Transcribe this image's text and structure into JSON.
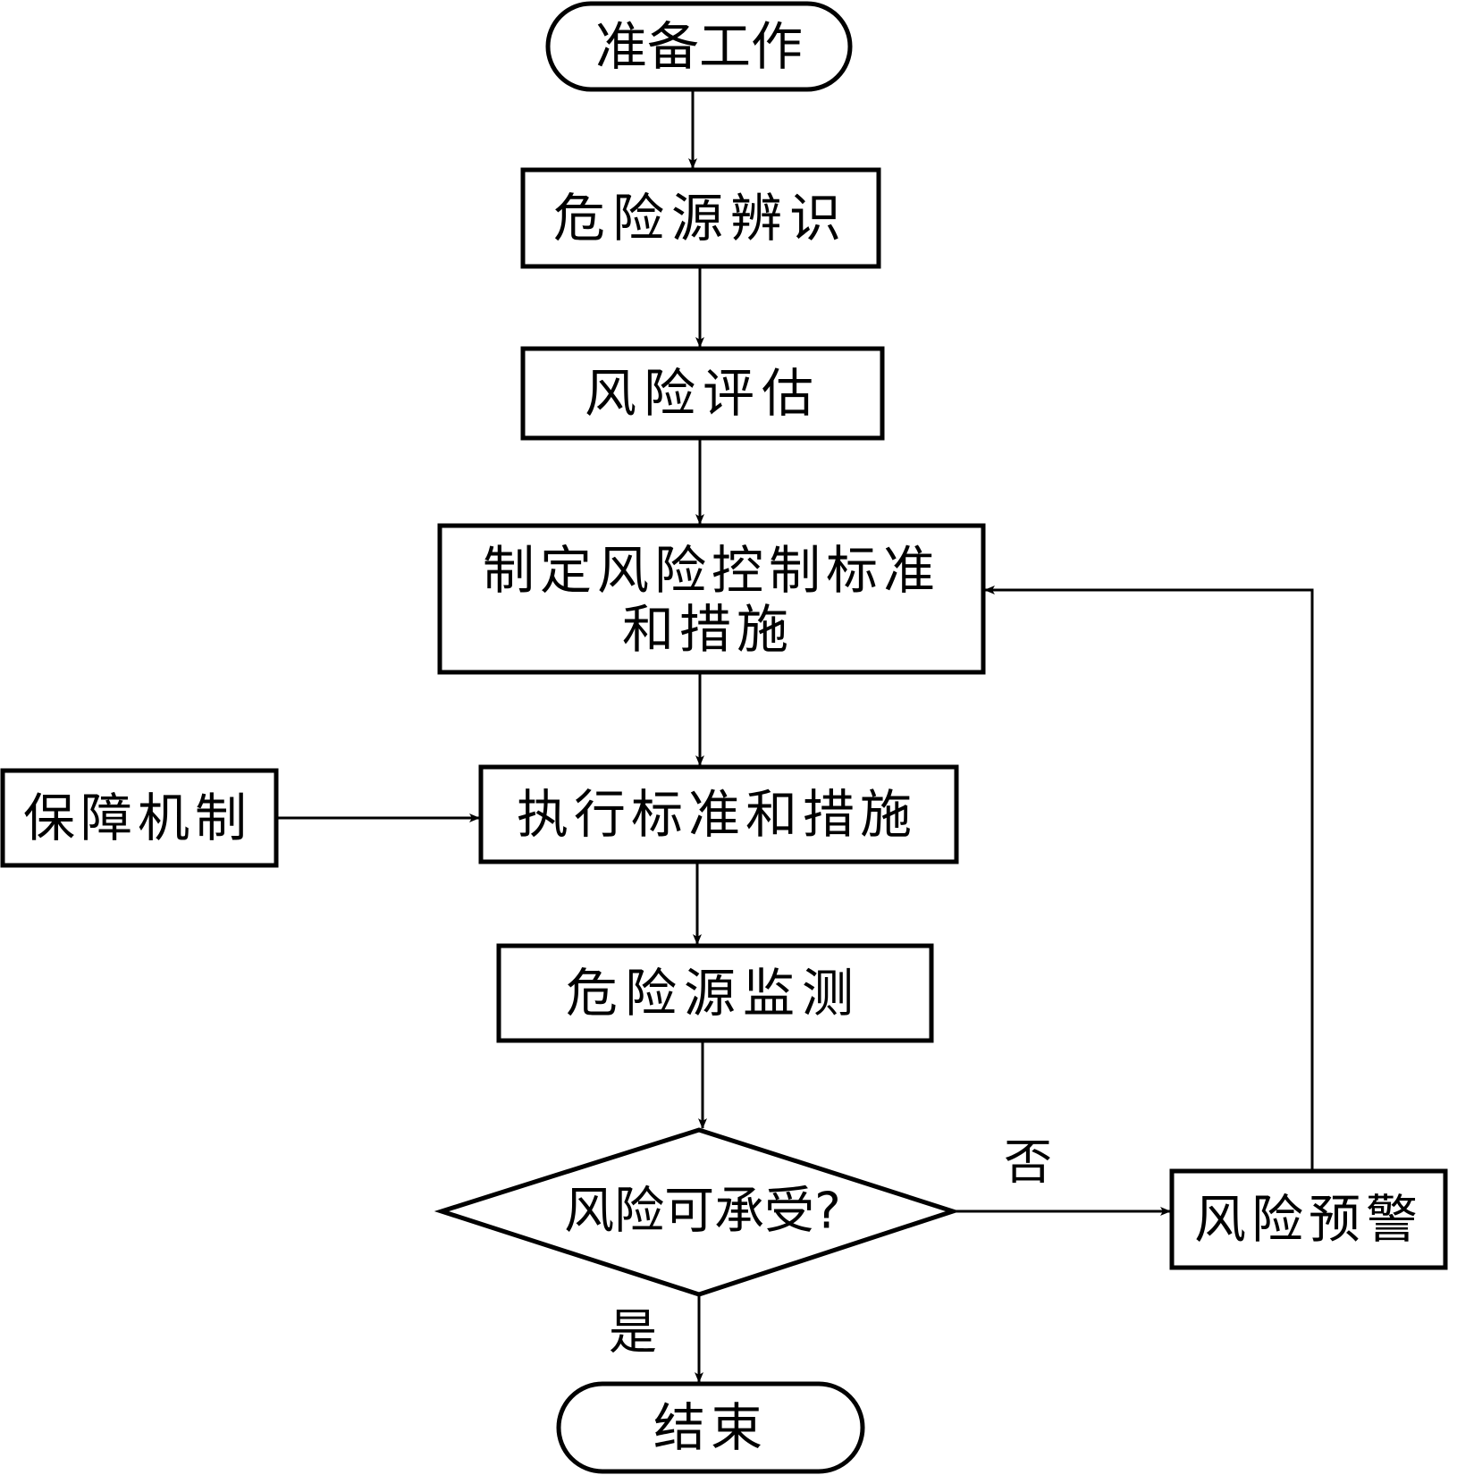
{
  "nodes": {
    "start": "准备工作",
    "hazard_id": "危险源辨识",
    "risk_assess": "风险评估",
    "standards_line1": "制定风险控制标准",
    "standards_line2": "和措施",
    "execute": "执行标准和措施",
    "guarantee": "保障机制",
    "monitor": "危险源监测",
    "decision": "风险可承受?",
    "warning": "风险预警",
    "end": "结束"
  },
  "edges": {
    "no_label": "否",
    "yes_label": "是"
  }
}
